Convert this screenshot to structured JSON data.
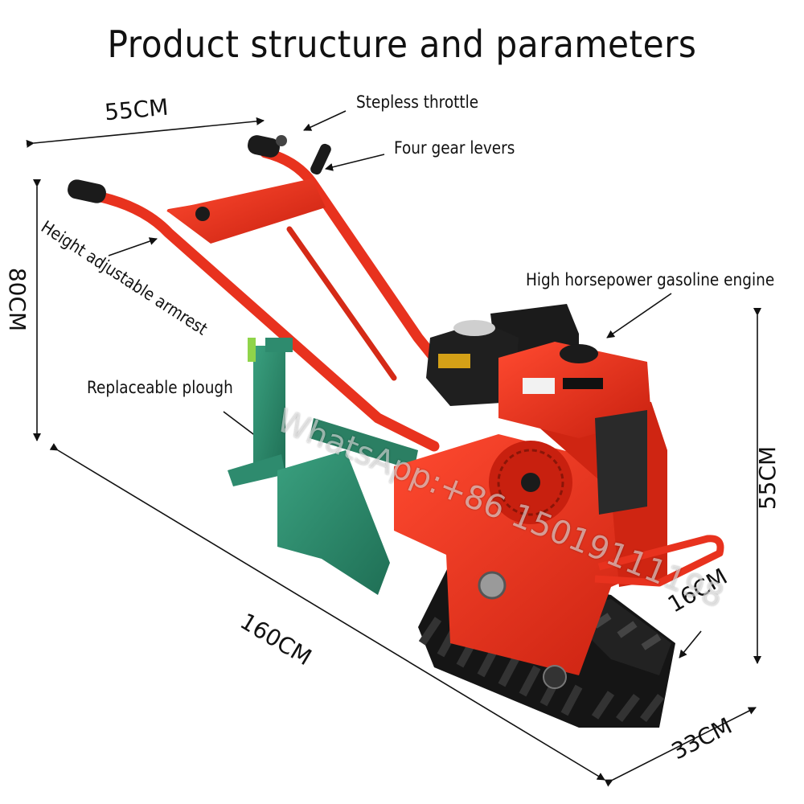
{
  "title": "Product structure and parameters",
  "labels": {
    "throttle": "Stepless throttle",
    "gear": "Four gear levers",
    "armrest": "Height adjustable armrest",
    "engine": "High horsepower gasoline engine",
    "plough": "Replaceable plough"
  },
  "dimensions": {
    "handle_width": "55CM",
    "height_total": "80CM",
    "height_body": "55CM",
    "length": "160CM",
    "track_height": "16CM",
    "track_width": "33CM"
  },
  "watermark": "WhatsApp:+86 15019111198",
  "colors": {
    "frame_red": "#e8321e",
    "engine_black": "#1b1b1b",
    "plough_green": "#2e8b6e",
    "track_black": "#151515"
  }
}
